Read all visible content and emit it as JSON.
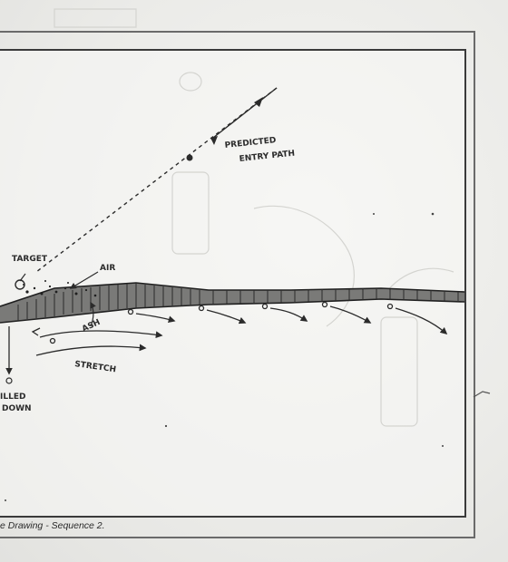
{
  "diagram": {
    "labels": {
      "predicted_entry_path": [
        "PREDICTED",
        "ENTRY PATH"
      ],
      "target": "TARGET",
      "air": "AIR",
      "ash": "ASH",
      "stretch": "STRETCH",
      "pulled_down": [
        "ILLED",
        "DOWN"
      ]
    }
  },
  "caption": "e Drawing - Sequence 2."
}
